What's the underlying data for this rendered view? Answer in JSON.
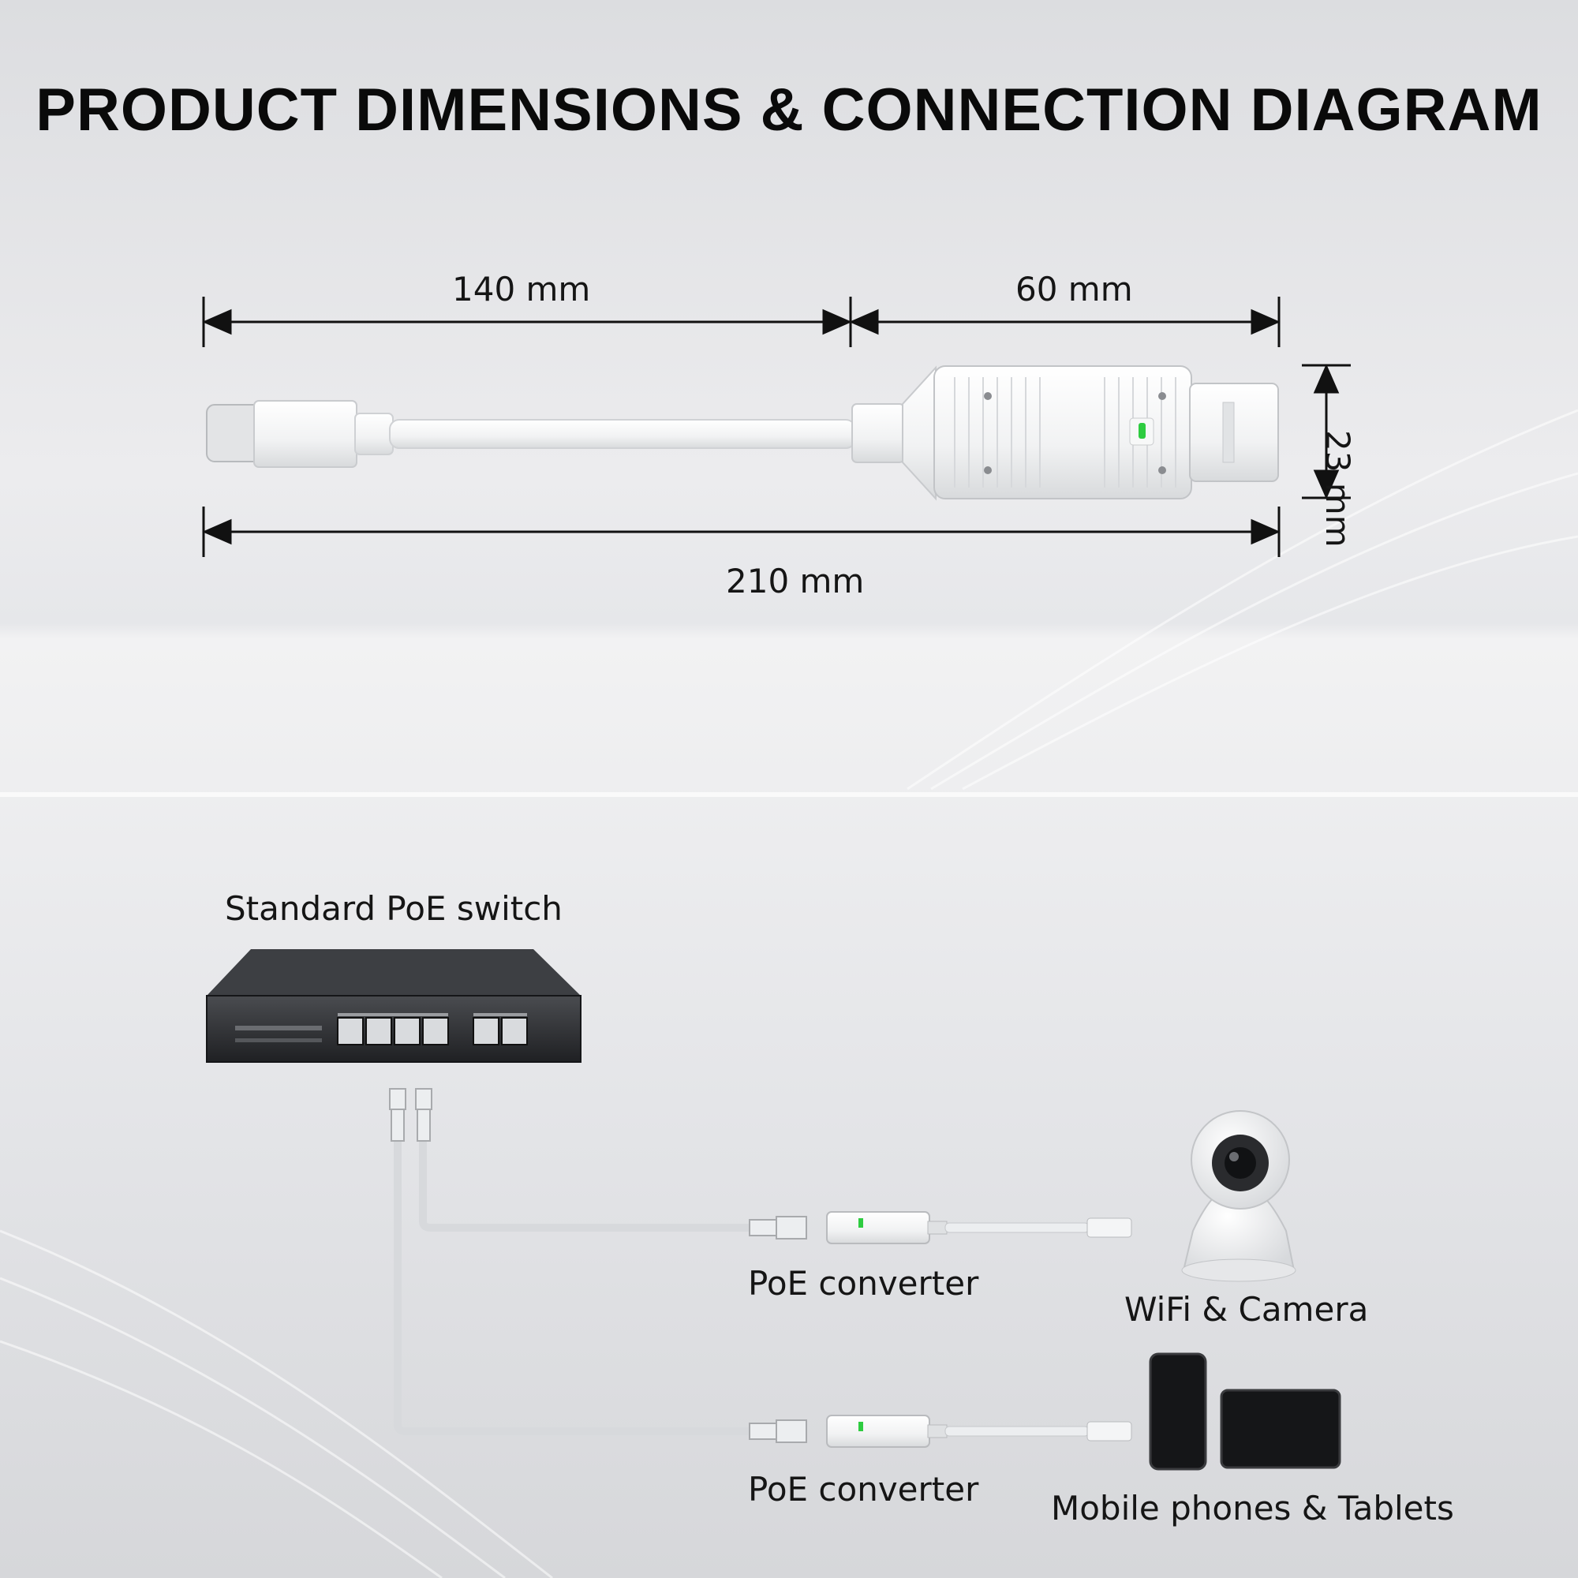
{
  "title": "PRODUCT DIMENSIONS & CONNECTION DIAGRAM",
  "dimensions": {
    "cable_length": "140 mm",
    "body_length": "60 mm",
    "total_length": "210 mm",
    "body_height": "23 mm"
  },
  "connection": {
    "switch_label": "Standard PoE switch",
    "converter_label_1": "PoE converter",
    "converter_label_2": "PoE converter",
    "camera_label": "WiFi & Camera",
    "mobile_label": "Mobile phones & Tablets"
  },
  "colors": {
    "status_led": "#2ecc40",
    "switch_body": "#2b2d30",
    "device_white": "#f4f5f6"
  }
}
